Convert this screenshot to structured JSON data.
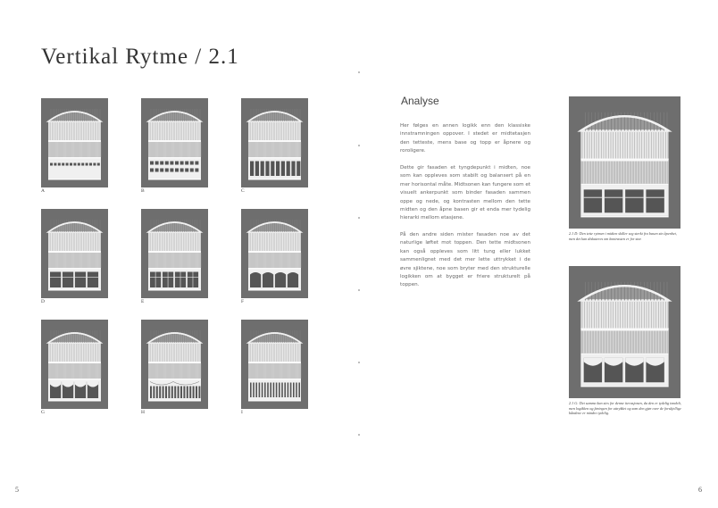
{
  "title": "Vertikal Rytme / 2.1",
  "thumbnails": [
    {
      "label": "A",
      "variant": "A"
    },
    {
      "label": "B",
      "variant": "B"
    },
    {
      "label": "C",
      "variant": "C"
    },
    {
      "label": "D",
      "variant": "D"
    },
    {
      "label": "E",
      "variant": "E"
    },
    {
      "label": "F",
      "variant": "F"
    },
    {
      "label": "G",
      "variant": "G"
    },
    {
      "label": "H",
      "variant": "H"
    },
    {
      "label": "I",
      "variant": "I"
    }
  ],
  "analyse": {
    "heading": "Analyse",
    "paragraphs": [
      "Her følges en annen logikk enn den klassiske innstramningen oppover. I stedet er midtetasjen den tetteste, mens base og topp er åpnere og roroligere.",
      "Dette gir fasaden et tyngdepunkt i midten, noe som kan oppleves som stabilt og balansert på en mer horisontal måte. Midtsonen kan fungere som et visuelt ankerpunkt som binder fasaden sammen oppe og nede, og kontrasten mellom den tette midten og den åpne basen gir et enda mer tydelig hierarki mellom etasjene.",
      "På den andre siden mister fasaden noe av det naturlige løftet mot toppen. Den tette midtsonen kan også oppleves som litt tung eller lukket sammenlignet med det mer lette uttrykket i de øvre sjiktene, noe som bryter med den strukturelle logikken om at bygget er friere strukturelt på toppen."
    ]
  },
  "figures": [
    {
      "variant": "D",
      "caption": "2.1 D: Den tette rytmen i midten skiller seg sterkt fra basen sin åpenhet, men det kan diskuteres om kontrasten er for stor."
    },
    {
      "variant": "G",
      "caption": "2.1 G: Det samme kan sies for denne iterasjonen, da den er tydelig inndelt, men logikken og føringen for uttrykket og som den gjør over de forskjellige båndene er mindre tydelig."
    }
  ],
  "page_numbers": {
    "left": "5",
    "right": "6"
  }
}
